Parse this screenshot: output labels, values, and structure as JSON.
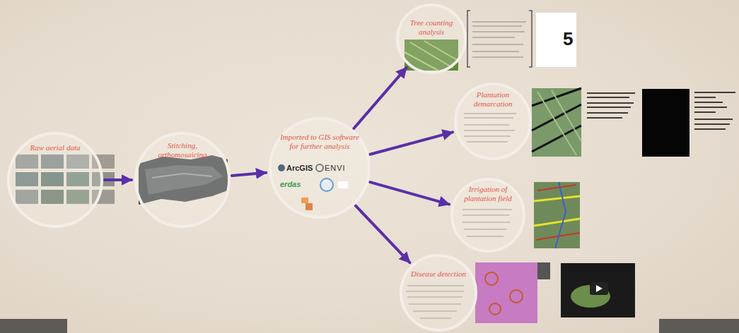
{
  "diagram": {
    "nodes": [
      {
        "text": [
          "Raw aerial data"
        ]
      },
      {
        "text": [
          "Stitching, orthomosaicing"
        ]
      },
      {
        "text": [
          "Imported to GIS software for further analysis",
          "ArcGIS",
          "ENVI",
          "erdas"
        ]
      },
      {
        "text": [
          "Tree counting analysis"
        ]
      },
      {
        "text": [
          "Plantation demarcation"
        ]
      },
      {
        "text": [
          "Irrigation of plantation field"
        ]
      },
      {
        "text": [
          "Disease detection"
        ]
      }
    ],
    "edges": [
      {
        "from": 0,
        "to": 1,
        "arrow": "to"
      },
      {
        "from": 1,
        "to": 2,
        "arrow": "to"
      },
      {
        "from": 2,
        "to": 3,
        "arrow": "to"
      },
      {
        "from": 2,
        "to": 4,
        "arrow": "to"
      },
      {
        "from": 2,
        "to": 5,
        "arrow": "to"
      },
      {
        "from": 2,
        "to": 6,
        "arrow": "to"
      }
    ],
    "labels": [
      "5"
    ]
  }
}
